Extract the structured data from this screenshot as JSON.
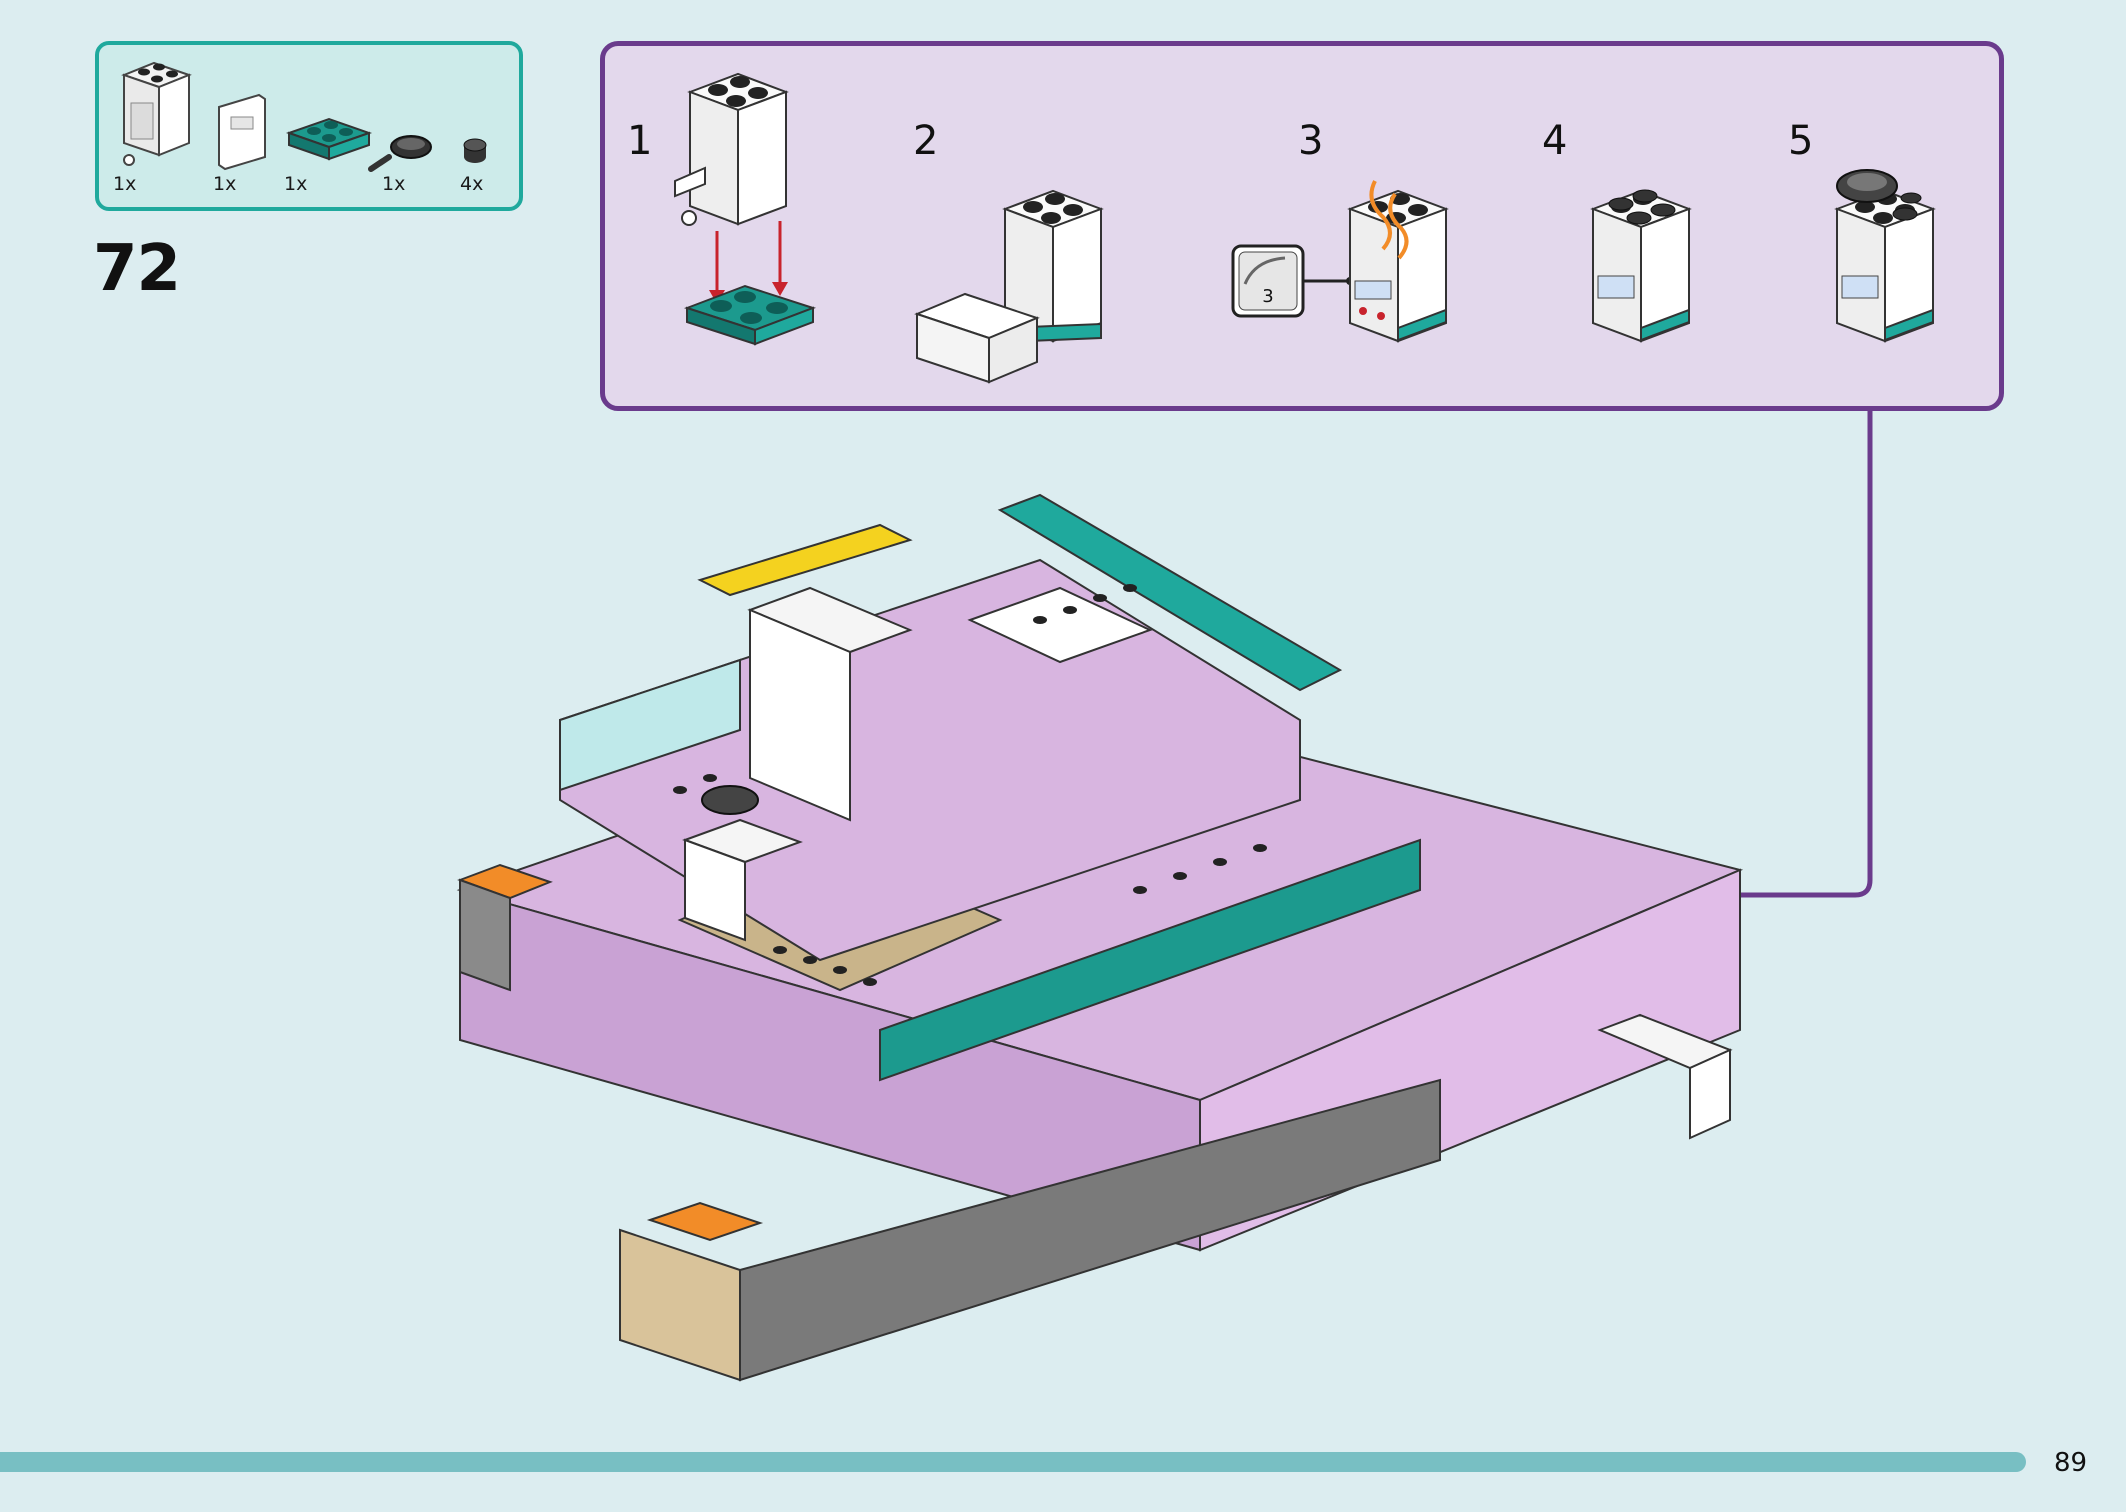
{
  "step": {
    "number": "72"
  },
  "parts": [
    {
      "icon": "white-cupboard-brick-icon",
      "qty": "1x"
    },
    {
      "icon": "white-door-panel-icon",
      "qty": "1x"
    },
    {
      "icon": "teal-plate-2x2-icon",
      "qty": "1x"
    },
    {
      "icon": "black-frying-pan-icon",
      "qty": "1x"
    },
    {
      "icon": "black-round-stud-icon",
      "qty": "4x"
    }
  ],
  "substeps": [
    {
      "label": "1"
    },
    {
      "label": "2"
    },
    {
      "label": "3",
      "callout_count": "3"
    },
    {
      "label": "4"
    },
    {
      "label": "5"
    }
  ],
  "page": {
    "number": "89"
  },
  "colors": {
    "background": "#dcedf0",
    "parts_border": "#1fa99d",
    "substep_border": "#6a3b8c",
    "substep_fill": "#e3d8ec",
    "page_bar": "#78bfc3"
  }
}
